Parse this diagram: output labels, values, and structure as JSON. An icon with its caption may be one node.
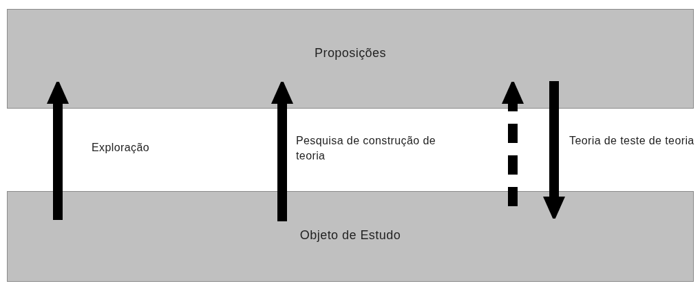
{
  "diagram": {
    "nodes": [
      {
        "text": [
          "Proposições"
        ]
      },
      {
        "text": [
          "Objeto de Estudo"
        ]
      }
    ],
    "edges": [
      {
        "from": 1,
        "to": 0,
        "arrow": "to",
        "label": "Exploração"
      },
      {
        "from": 1,
        "to": 0,
        "arrow": "to",
        "label": "Pesquisa de construção de teoria"
      },
      {
        "from": 1,
        "to": 0,
        "arrow": "to",
        "style": "dashed"
      },
      {
        "from": 0,
        "to": 1,
        "arrow": "to",
        "label": "Teoria de teste de teoria"
      }
    ]
  }
}
